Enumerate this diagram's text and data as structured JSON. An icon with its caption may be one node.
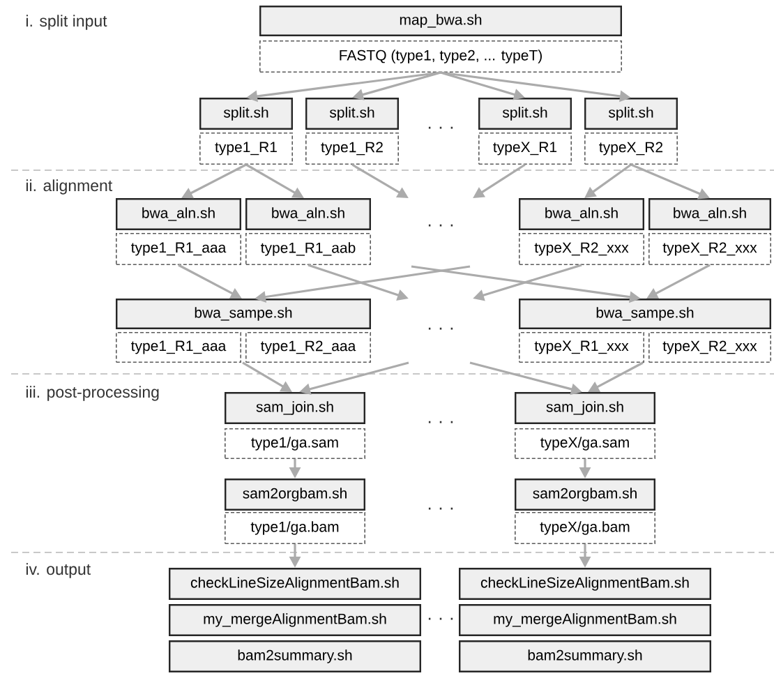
{
  "diagram": {
    "nodes": [
      {
        "text": [
          "map_bwa.sh"
        ]
      },
      {
        "text": [
          "FASTQ (type1, type2, ... typeT)"
        ]
      },
      {
        "text": [
          "split.sh"
        ]
      },
      {
        "text": [
          "split.sh"
        ]
      },
      {
        "text": [
          "split.sh"
        ]
      },
      {
        "text": [
          "split.sh"
        ]
      },
      {
        "text": [
          "type1_R1"
        ]
      },
      {
        "text": [
          "type1_R2"
        ]
      },
      {
        "text": [
          "typeX_R1"
        ]
      },
      {
        "text": [
          "typeX_R2"
        ]
      },
      {
        "text": [
          "bwa_aln.sh"
        ]
      },
      {
        "text": [
          "bwa_aln.sh"
        ]
      },
      {
        "text": [
          "bwa_aln.sh"
        ]
      },
      {
        "text": [
          "bwa_aln.sh"
        ]
      },
      {
        "text": [
          "type1_R1_aaa"
        ]
      },
      {
        "text": [
          "type1_R1_aab"
        ]
      },
      {
        "text": [
          "typeX_R2_xxx"
        ]
      },
      {
        "text": [
          "typeX_R2_xxx"
        ]
      },
      {
        "text": [
          "bwa_sampe.sh"
        ]
      },
      {
        "text": [
          "bwa_sampe.sh"
        ]
      },
      {
        "text": [
          "type1_R1_aaa"
        ]
      },
      {
        "text": [
          "type1_R2_aaa"
        ]
      },
      {
        "text": [
          "typeX_R1_xxx"
        ]
      },
      {
        "text": [
          "typeX_R2_xxx"
        ]
      },
      {
        "text": [
          "sam_join.sh"
        ]
      },
      {
        "text": [
          "sam_join.sh"
        ]
      },
      {
        "text": [
          "type1/ga.sam"
        ]
      },
      {
        "text": [
          "typeX/ga.sam"
        ]
      },
      {
        "text": [
          "sam2orgbam.sh"
        ]
      },
      {
        "text": [
          "sam2orgbam.sh"
        ]
      },
      {
        "text": [
          "type1/ga.bam"
        ]
      },
      {
        "text": [
          "typeX/ga.bam"
        ]
      },
      {
        "text": [
          "checkLineSizeAlignmentBam.sh"
        ]
      },
      {
        "text": [
          "checkLineSizeAlignmentBam.sh"
        ]
      },
      {
        "text": [
          "my_mergeAlignmentBam.sh"
        ]
      },
      {
        "text": [
          "my_mergeAlignmentBam.sh"
        ]
      },
      {
        "text": [
          "bam2summary.sh"
        ]
      },
      {
        "text": [
          "bam2summary.sh"
        ]
      }
    ],
    "edges": [
      {
        "from": 1,
        "to": 2,
        "arrow": "to"
      },
      {
        "from": 1,
        "to": 3,
        "arrow": "to"
      },
      {
        "from": 1,
        "to": 4,
        "arrow": "to"
      },
      {
        "from": 1,
        "to": 5,
        "arrow": "to"
      },
      {
        "from": 6,
        "to": 10,
        "arrow": "to"
      },
      {
        "from": 6,
        "to": 11,
        "arrow": "to"
      },
      {
        "from": 7,
        "to": null,
        "arrow": "to"
      },
      {
        "from": 8,
        "to": null,
        "arrow": "to"
      },
      {
        "from": 9,
        "to": 12,
        "arrow": "to"
      },
      {
        "from": 9,
        "to": 13,
        "arrow": "to"
      },
      {
        "from": 14,
        "to": 18,
        "arrow": "to"
      },
      {
        "from": null,
        "to": 18,
        "arrow": "to"
      },
      {
        "from": 15,
        "to": null,
        "arrow": "to"
      },
      {
        "from": null,
        "to": 19,
        "arrow": "to"
      },
      {
        "from": 16,
        "to": null,
        "arrow": "to"
      },
      {
        "from": 17,
        "to": 19,
        "arrow": "to"
      },
      {
        "from": 20,
        "to": 24,
        "arrow": "to"
      },
      {
        "from": null,
        "to": 24,
        "arrow": "to"
      },
      {
        "from": null,
        "to": 25,
        "arrow": "to"
      },
      {
        "from": 22,
        "to": 25,
        "arrow": "to"
      },
      {
        "from": 26,
        "to": 28,
        "arrow": "to"
      },
      {
        "from": 27,
        "to": 29,
        "arrow": "to"
      },
      {
        "from": 30,
        "to": 32,
        "arrow": "to"
      },
      {
        "from": 31,
        "to": 33,
        "arrow": "to"
      }
    ],
    "labels": [
      "i. split input",
      "· · ·",
      "ii. alignment",
      "· · ·",
      "· · ·",
      "iii. post-processing",
      "· · ·",
      "· · ·",
      "iv. output",
      "· · ·"
    ]
  }
}
